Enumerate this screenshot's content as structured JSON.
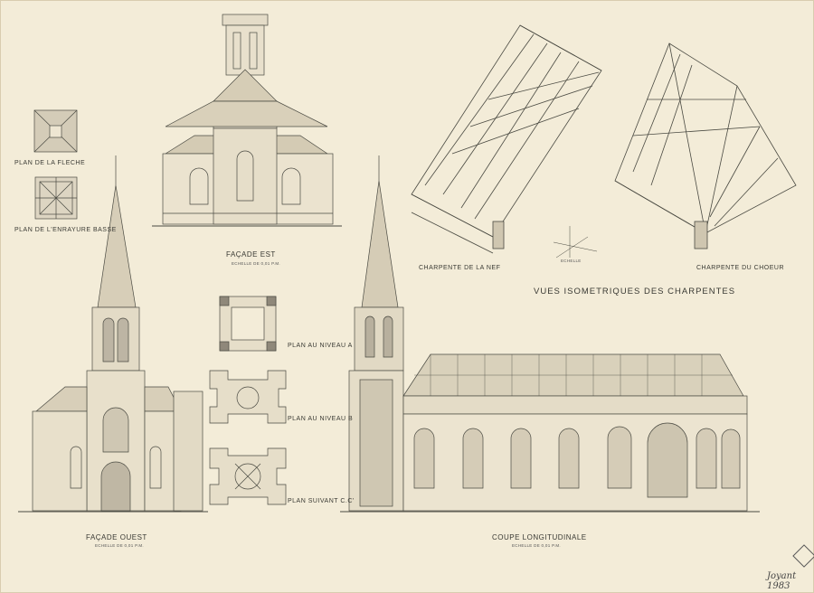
{
  "labels": {
    "plan_fleche": "PLAN DE LA FLECHE",
    "plan_enrayure": "PLAN DE L'ENRAYURE BASSE",
    "facade_est": "FAÇADE EST",
    "facade_est_scale": "ECHELLE DE 0,01 P.M.",
    "plan_niveau_a": "PLAN AU NIVEAU A",
    "plan_niveau_b": "PLAN AU NIVEAU B",
    "plan_suivant": "PLAN SUIVANT C.C'",
    "facade_ouest": "FAÇADE OUEST",
    "facade_ouest_scale": "ECHELLE DE 0,01 P.M.",
    "coupe": "COUPE LONGITUDINALE",
    "coupe_scale": "ECHELLE DE 0,01 P.M.",
    "charpente_nef": "CHARPENTE DE LA NEF",
    "charpente_choeur": "CHARPENTE DU CHOEUR",
    "vues": "VUES ISOMETRIQUES DES CHARPENTES",
    "echelle": "ECHELLE",
    "signature": "Joyant 1983"
  },
  "colors": {
    "paper": "#f3ecd8",
    "ink": "#3a3a34"
  }
}
